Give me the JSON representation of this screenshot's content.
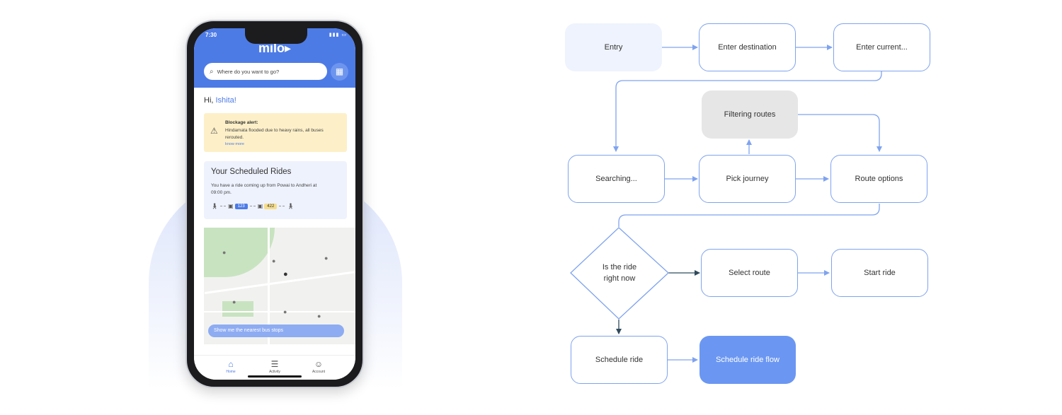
{
  "phone": {
    "status_time": "7:30",
    "logo": "milo",
    "search_placeholder": "Where do you want to go?",
    "greeting_prefix": "Hi, ",
    "greeting_name": "Ishita!",
    "alert": {
      "title": "Blockage alert:",
      "body": "Hindamata flooded due to heavy rains, all buses rerouted.",
      "link": "know more"
    },
    "scheduled": {
      "heading": "Your Scheduled Rides",
      "description": "You have a ride coming up from Powai to Andheri at 09:00 pm.",
      "bus_1": "123",
      "bus_2": "422"
    },
    "map_button": "Show me the nearest bus stops",
    "nav": [
      {
        "label": "Home",
        "icon": "home-icon",
        "active": true
      },
      {
        "label": "Activity",
        "icon": "activity-icon",
        "active": false
      },
      {
        "label": "Account",
        "icon": "account-icon",
        "active": false
      }
    ]
  },
  "flowchart": {
    "nodes": {
      "entry": "Entry",
      "enter_destination": "Enter destination",
      "enter_current": "Enter current...",
      "filtering_routes": "Filtering routes",
      "searching": "Searching...",
      "pick_journey": "Pick journey",
      "route_options": "Route options",
      "decision_line1": "Is the ride",
      "decision_line2": "right now",
      "select_route": "Select route",
      "start_ride": "Start ride",
      "schedule_ride": "Schedule ride",
      "schedule_ride_flow": "Schedule ride flow"
    },
    "colors": {
      "node_border": "#7fa3ef",
      "arrow": "#7fa3ef",
      "decision_arrow": "#2f4a5c",
      "primary_fill": "#6b97f2",
      "entry_fill": "#eef3fd",
      "grey_fill": "#e6e6e6"
    }
  }
}
